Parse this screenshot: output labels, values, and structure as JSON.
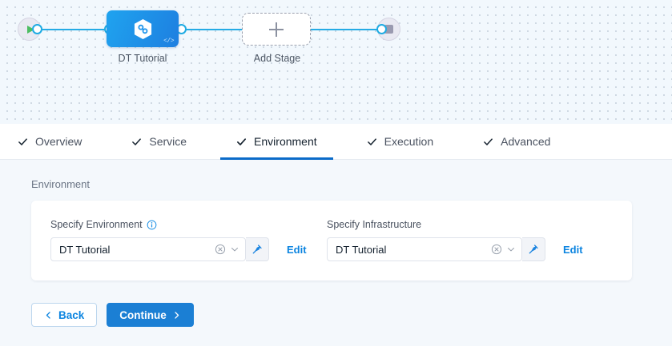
{
  "canvas": {
    "start_node": {
      "name": "pipeline-start",
      "icon": "play-icon"
    },
    "end_node": {
      "name": "pipeline-end",
      "icon": "stop-icon"
    },
    "stages": [
      {
        "label": "DT Tutorial",
        "icon": "harness-hexagon-icon",
        "badge": "</>"
      },
      {
        "label": "Add Stage",
        "icon": "plus-icon"
      }
    ]
  },
  "tabs": [
    {
      "label": "Overview",
      "checked": true,
      "active": false
    },
    {
      "label": "Service",
      "checked": true,
      "active": false
    },
    {
      "label": "Environment",
      "checked": true,
      "active": true
    },
    {
      "label": "Execution",
      "checked": true,
      "active": false
    },
    {
      "label": "Advanced",
      "checked": true,
      "active": false
    }
  ],
  "section": {
    "title": "Environment"
  },
  "fields": {
    "environment": {
      "label": "Specify Environment",
      "has_info_icon": true,
      "value": "DT Tutorial",
      "placeholder": "",
      "edit_label": "Edit",
      "clear_icon": "clear-circle-icon",
      "chevron_icon": "chevron-down-icon",
      "pin_icon": "pin-icon"
    },
    "infrastructure": {
      "label": "Specify Infrastructure",
      "has_info_icon": false,
      "value": "DT Tutorial",
      "placeholder": "",
      "edit_label": "Edit",
      "clear_icon": "clear-circle-icon",
      "chevron_icon": "chevron-down-icon",
      "pin_icon": "pin-icon"
    }
  },
  "footer": {
    "back_label": "Back",
    "continue_label": "Continue"
  },
  "colors": {
    "accent_blue": "#1b7fd4",
    "link_blue": "#0b84e0",
    "edge_blue": "#25abe5",
    "node_blue": "#1fa3ef",
    "play_green": "#4dbd62",
    "canvas_bg": "#f2f8fd",
    "body_bg": "#f4f8fc"
  }
}
